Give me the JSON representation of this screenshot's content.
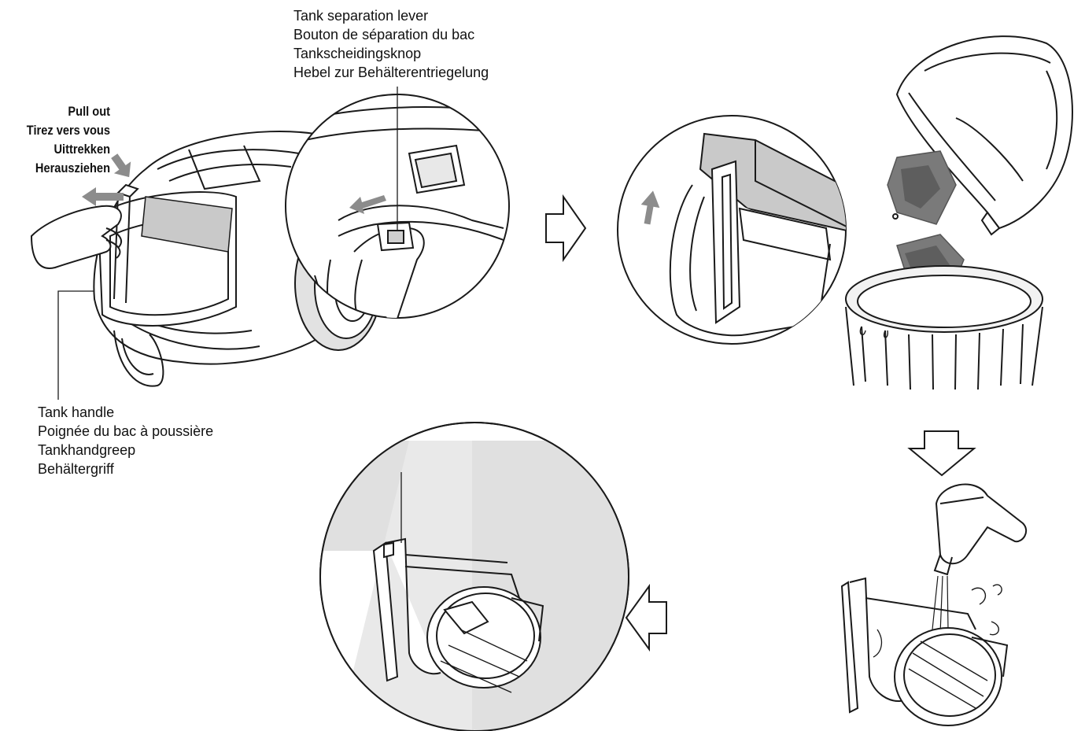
{
  "labels": {
    "tank_separation_lever": [
      "Tank separation lever",
      "Bouton de séparation du bac",
      "Tankscheidingsknop",
      "Hebel zur Behälterentriegelung"
    ],
    "pull_out": [
      "Pull out",
      "Tirez vers vous",
      "Uittrekken",
      "Herausziehen"
    ],
    "tank_handle": [
      "Tank handle",
      "Poignée du bac à poussière",
      "Tankhandgreep",
      "Behältergriff"
    ]
  },
  "colors": {
    "line": "#1a1a1a",
    "arrow_gray": "#8c8c8c",
    "panel_gray": "#d9d9d9",
    "dust_gray": "#777777"
  },
  "steps": [
    {
      "id": "step-1",
      "icon": "vacuum-tank-release-icon"
    },
    {
      "id": "step-2",
      "icon": "tank-lid-lift-icon"
    },
    {
      "id": "step-3",
      "icon": "empty-into-bin-icon"
    },
    {
      "id": "step-4",
      "icon": "rinse-under-tap-icon"
    },
    {
      "id": "step-5",
      "icon": "reassemble-tank-icon"
    }
  ]
}
